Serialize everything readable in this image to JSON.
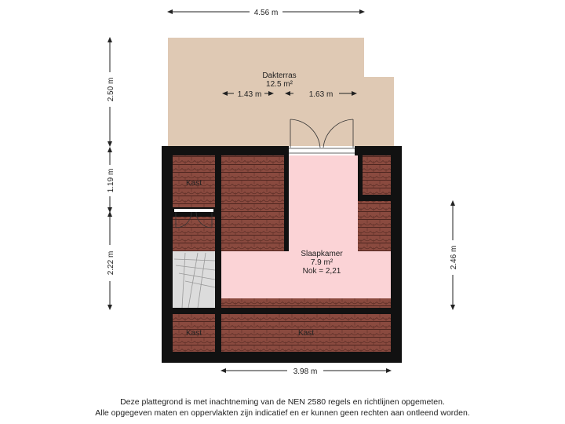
{
  "colors": {
    "terrace": "#dfc9b4",
    "wall": "#111111",
    "bedroom": "#fbd3d6",
    "roof_tile": "#8a4a3f",
    "roof_line": "#5e2f27",
    "stairs": "#dcdcdc"
  },
  "rooms": {
    "terrace": {
      "name": "Dakterras",
      "area": "12.5 m²"
    },
    "bedroom": {
      "name": "Slaapkamer",
      "area": "7.9 m²",
      "ridge": "Nok = 2,21"
    },
    "storage_top": {
      "name": "Kast"
    },
    "storage_bottom_left": {
      "name": "Kast"
    },
    "storage_bottom_right": {
      "name": "Kast"
    }
  },
  "dimensions": {
    "top_width": "4.56 m",
    "terrace_left": "1.43 m",
    "terrace_right": "1.63 m",
    "left_terrace_depth": "2.50 m",
    "left_upper": "1.19 m",
    "left_lower": "2.22 m",
    "right_height": "2.46 m",
    "bottom_width": "3.98 m"
  },
  "disclaimer": {
    "line1": "Deze plattegrond is met inachtneming van de NEN 2580 regels en richtlijnen opgemeten.",
    "line2": "Alle opgegeven maten en oppervlakten zijn indicatief en er kunnen geen rechten aan ontleend worden."
  }
}
